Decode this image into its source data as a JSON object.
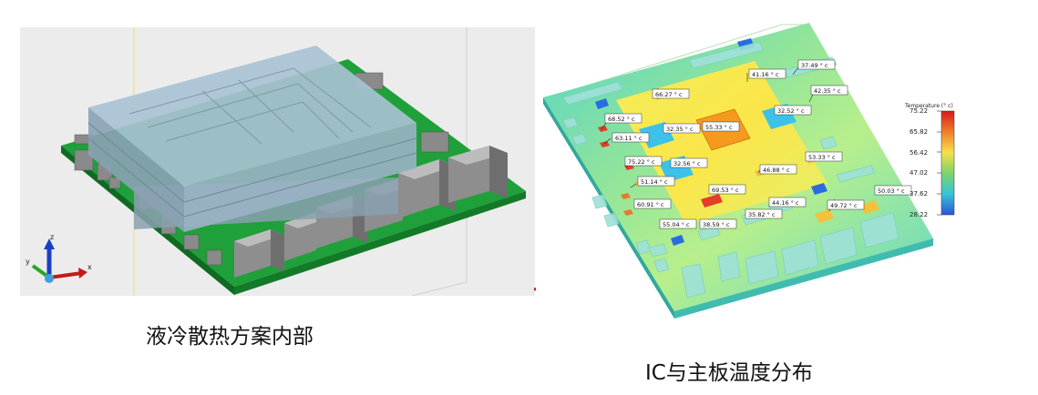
{
  "captions": {
    "left": "液冷散热方案内部",
    "right": "IC与主板温度分布"
  },
  "left_view": {
    "axis_labels": {
      "z": "z",
      "y": "y",
      "x": "x"
    }
  },
  "right_view": {
    "legend": {
      "title": "Temperature (° c)",
      "ticks": [
        "75.22",
        "65.82",
        "56.42",
        "47.02",
        "37.62",
        "28.22"
      ]
    },
    "labels": [
      "66.27 ° c",
      "41.16 ° c",
      "37.49 ° c",
      "68.52 ° c",
      "42.35 ° c",
      "32.35 ° c",
      "55.33 ° c",
      "32.52 ° c",
      "63.11 ° c",
      "32.56 ° c",
      "53.33 ° c",
      "75.22 ° c",
      "46.88 ° c",
      "51.14 ° c",
      "69.53 ° c",
      "50.03 ° c",
      "60.91 ° c",
      "44.16 ° c",
      "49.72 ° c",
      "55.04 ° c",
      "38.59 ° c",
      "35.82 ° c"
    ]
  }
}
